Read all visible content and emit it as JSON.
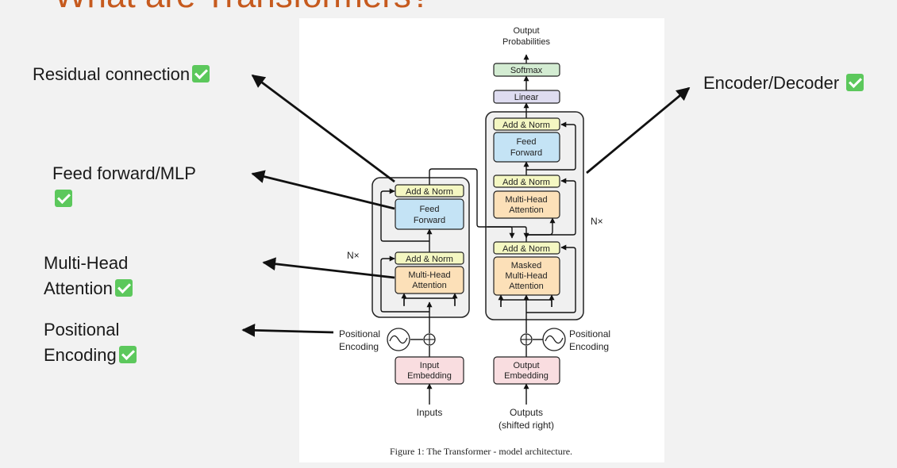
{
  "slide": {
    "title": "What are Transformers?"
  },
  "annotations": {
    "residual": "Residual connection",
    "encoder_decoder": "Encoder/Decoder",
    "feed_forward": "Feed forward/MLP",
    "multi_head_line1": "Multi-Head",
    "multi_head_line2": "Attention",
    "positional_line1": "Positional",
    "positional_line2": "Encoding",
    "check_icon": "check-mark-icon",
    "check_color": "#5cc85c"
  },
  "figure": {
    "output_probabilities_line1": "Output",
    "output_probabilities_line2": "Probabilities",
    "softmax": "Softmax",
    "linear": "Linear",
    "add_norm": "Add & Norm",
    "feed_forward_line1": "Feed",
    "feed_forward_line2": "Forward",
    "multi_head_line1": "Multi-Head",
    "multi_head_line2": "Attention",
    "masked": "Masked",
    "nx": "N×",
    "positional_line1": "Positional",
    "positional_line2": "Encoding",
    "input_embedding_line1": "Input",
    "input_embedding_line2": "Embedding",
    "output_embedding_line1": "Output",
    "output_embedding_line2": "Embedding",
    "inputs": "Inputs",
    "outputs_line1": "Outputs",
    "outputs_line2": "(shifted right)",
    "caption": "Figure 1: The Transformer - model architecture.",
    "colors": {
      "add_norm": "#f4f7c2",
      "feed_forward": "#c4e3f5",
      "attention": "#fce0b8",
      "embedding": "#f9dde0",
      "softmax": "#d3ecd2",
      "linear": "#dedcf0",
      "block_bg": "#f0f0f0"
    }
  }
}
